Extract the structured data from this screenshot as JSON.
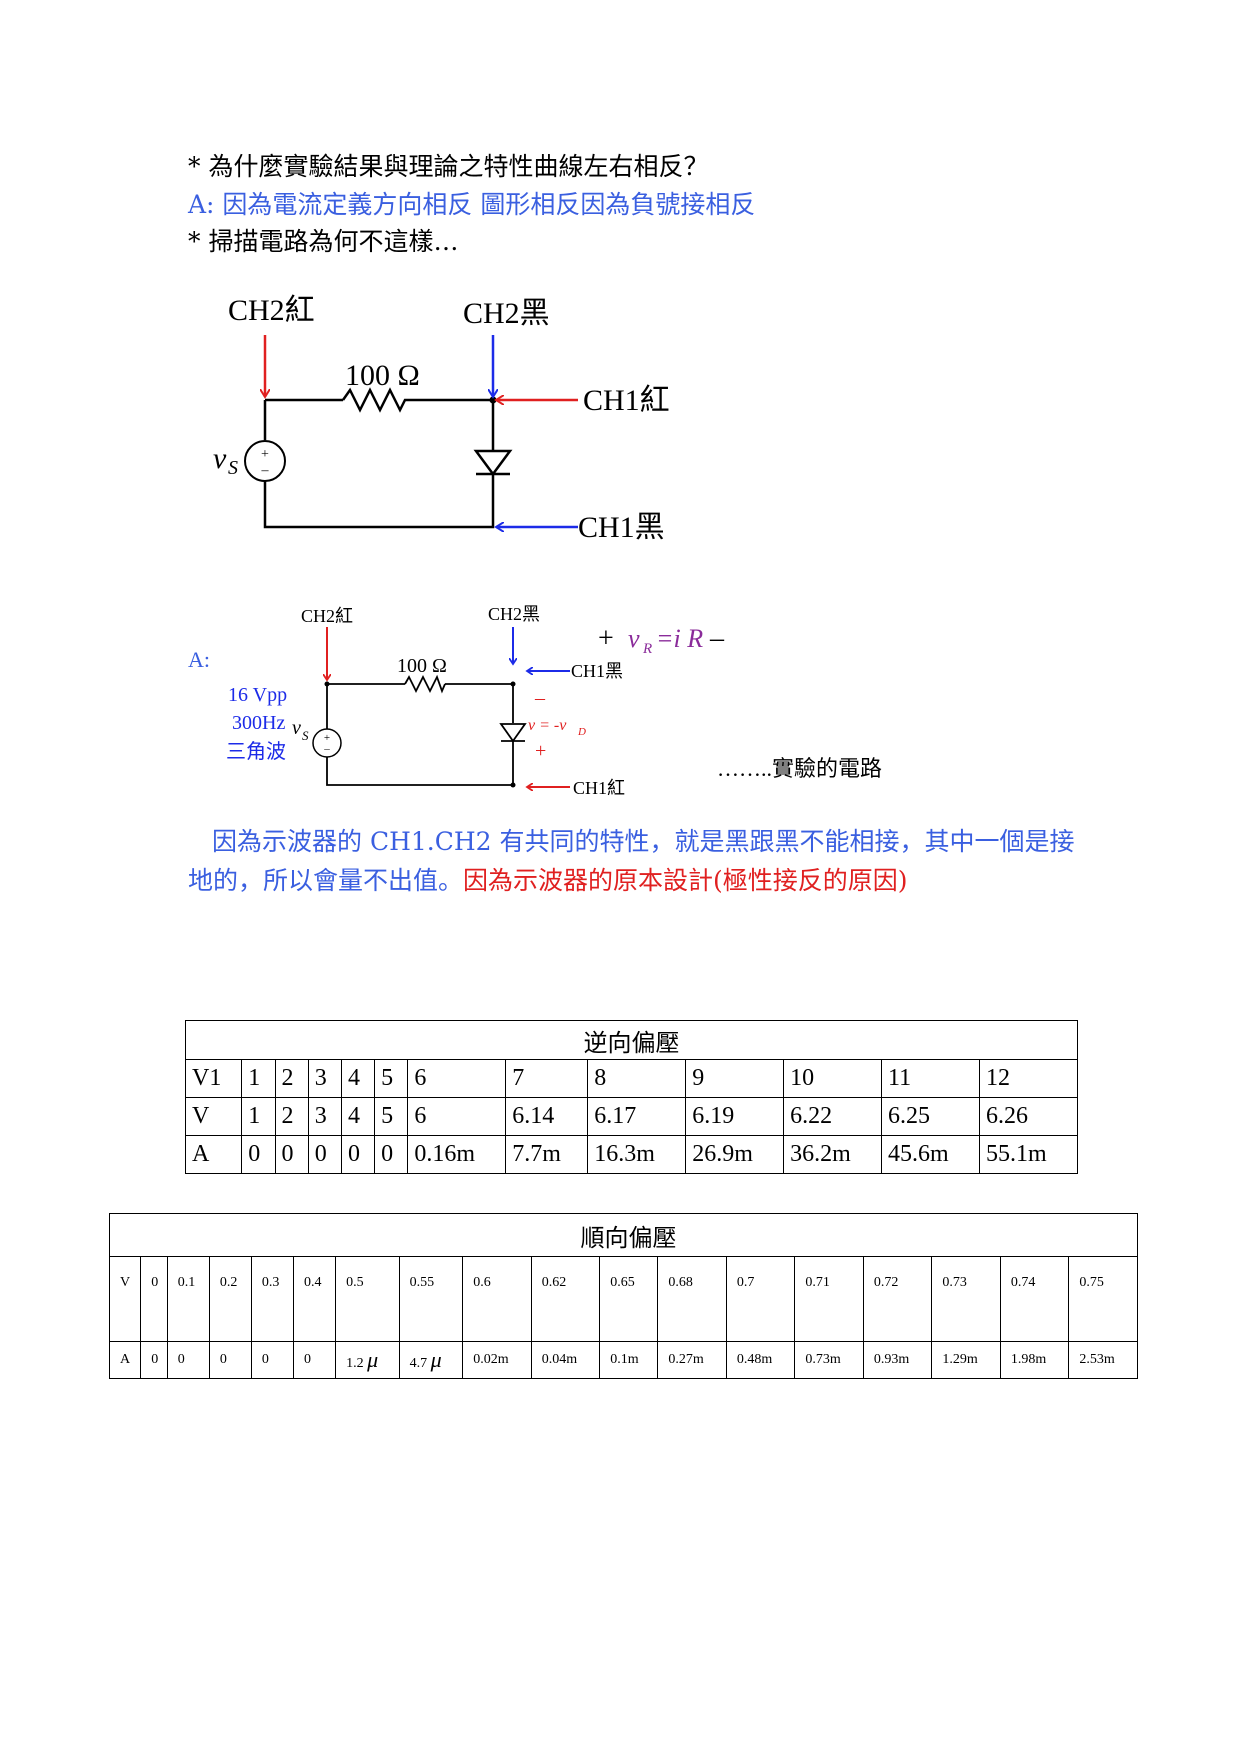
{
  "questions": {
    "q1": "*  為什麼實驗結果與理論之特性曲線左右相反？",
    "a1": "A:  因為電流定義方向相反  圖形相反因為負號接相反",
    "q2": "*  掃描電路為何不這樣…"
  },
  "circuit1": {
    "ch2_red": "CH2紅",
    "ch2_black": "CH2黑",
    "ch1_red": "CH1紅",
    "ch1_black": "CH1黑",
    "resistor": "100 Ω",
    "source": "v",
    "source_sub": "S"
  },
  "circuit2": {
    "a_label": "A:",
    "ch2_red": "CH2紅",
    "ch2_black": "CH2黑",
    "ch1_black": "CH1黑",
    "ch1_red": "CH1紅",
    "resistor": "100 Ω",
    "source": "v",
    "source_sub": "S",
    "spec_vpp": "16 Vpp",
    "spec_freq": "300Hz",
    "spec_wave": "三角波",
    "diode_v": "v = -v",
    "diode_v_sub": "D",
    "vr_plus": "+",
    "vr_v": "v",
    "vr_sub": "R",
    "vr_eq": "=i R",
    "vr_minus": "–",
    "minus_sign": "–",
    "plus_sign": "+",
    "caption": "……..實驗的電路"
  },
  "explanation": {
    "line1": "因為示波器的 CH1.CH2 有共同的特性，就是黑跟黑不能相接，其中一個是接",
    "line2_blue": "地的，所以會量不出值。",
    "line2_red": "因為示波器的原本設計(極性接反的原因)"
  },
  "reverse_table": {
    "title": "逆向偏壓",
    "rows": [
      [
        "V1",
        "1",
        "2",
        "3",
        "4",
        "5",
        "6",
        "7",
        "8",
        "9",
        "10",
        "11",
        "12"
      ],
      [
        "V",
        "1",
        "2",
        "3",
        "4",
        "5",
        "6",
        "6.14",
        "6.17",
        "6.19",
        "6.22",
        "6.25",
        "6.26"
      ],
      [
        "A",
        "0",
        "0",
        "0",
        "0",
        "0",
        "0.16m",
        "7.7m",
        "16.3m",
        "26.9m",
        "36.2m",
        "45.6m",
        "55.1m"
      ]
    ]
  },
  "forward_table": {
    "title": "順向偏壓",
    "rows": [
      [
        "V",
        "0",
        "0.1",
        "0.2",
        "0.3",
        "0.4",
        "0.5",
        "0.55",
        "0.6",
        "0.62",
        "0.65",
        "0.68",
        "0.7",
        "0.71",
        "0.72",
        "0.73",
        "0.74",
        "0.75"
      ],
      [
        "A",
        "0",
        "0",
        "0",
        "0",
        "0",
        "1.2",
        "4.7",
        "0.02m",
        "0.04m",
        "0.1m",
        "0.27m",
        "0.48m",
        "0.73m",
        "0.93m",
        "1.29m",
        "1.98m",
        "2.53m"
      ]
    ],
    "mu": "μ"
  },
  "colors": {
    "blue": "#3a5fe0",
    "red": "#e02020",
    "purple": "#8a2b9a"
  }
}
